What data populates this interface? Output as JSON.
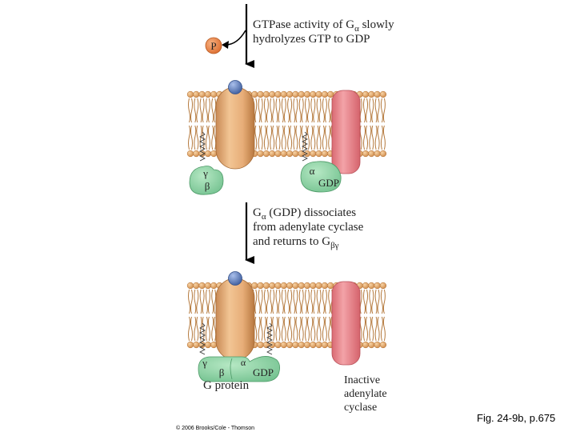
{
  "step1": {
    "line1_a": "GTPase activity of G",
    "line1_sub": "α",
    "line1_b": " slowly",
    "line2": "hydrolyzes GTP to GDP",
    "phosphate": "P"
  },
  "membrane1": {
    "gamma": "γ",
    "beta": "β",
    "alpha": "α",
    "gdp": "GDP"
  },
  "step2": {
    "line1_a": "G",
    "line1_sub": "α",
    "line1_b": " (GDP) dissociates",
    "line2": "from adenylate cyclase",
    "line3_a": "and returns to G",
    "line3_sub": "βγ"
  },
  "membrane2": {
    "gamma": "γ",
    "beta": "β",
    "alpha": "α",
    "gdp": "GDP",
    "gprotein_label": "G protein",
    "cyclase_label": [
      "Inactive",
      "adenylate",
      "cyclase"
    ]
  },
  "copyright": "© 2006 Brooks/Cole - Thomson",
  "fig_ref": "Fig. 24-9b, p.675",
  "colors": {
    "bilayer_head": "#e3a868",
    "bilayer_tail": "#b57a3e",
    "receptor": "#e8b07e",
    "receptor_ligand": "#5f7fbf",
    "cyclase": "#ea8a90",
    "gprotein": "#8fd3a5",
    "phosphate": "#ea8a4f"
  }
}
